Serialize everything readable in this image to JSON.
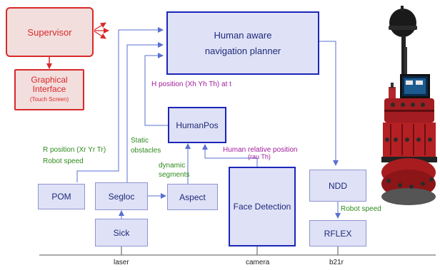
{
  "colors": {
    "node_fill": "#dfe1f7",
    "node_border": "#1c26b8",
    "node_text": "#1f2a78",
    "supervisor_red": "#d82a2a",
    "edge": "#5a6fd0",
    "label_green": "#2e8a1c",
    "label_magenta": "#a01c9c"
  },
  "nodes": {
    "supervisor": "Supervisor",
    "graphical_interface": "Graphical Interface",
    "touch_screen": "(Touch Screen)",
    "planner_line1": "Human aware",
    "planner_line2": "navigation planner",
    "humanpos": "HumanPos",
    "pom": "POM",
    "segloc": "Segloc",
    "aspect": "Aspect",
    "sick": "Sick",
    "face_detection": "Face Detection",
    "ndd": "NDD",
    "rflex": "RFLEX"
  },
  "edge_labels": {
    "h_position": "H position (Xh Yh Th) at t",
    "r_position": "R position (Xr Yr Tr)",
    "robot_speed_left": "Robot speed",
    "static_obstacles_1": "Static",
    "static_obstacles_2": "obstacles",
    "dynamic_segments_1": "dynamic",
    "dynamic_segments_2": "segments",
    "human_relative_1": "Human relative position",
    "human_relative_2": "(rau Th)",
    "robot_speed_right": "Robot speed"
  },
  "sensors": {
    "laser": "laser",
    "camera": "camera",
    "b21r": "b21r"
  },
  "image": {
    "robot": "robot-photo"
  }
}
